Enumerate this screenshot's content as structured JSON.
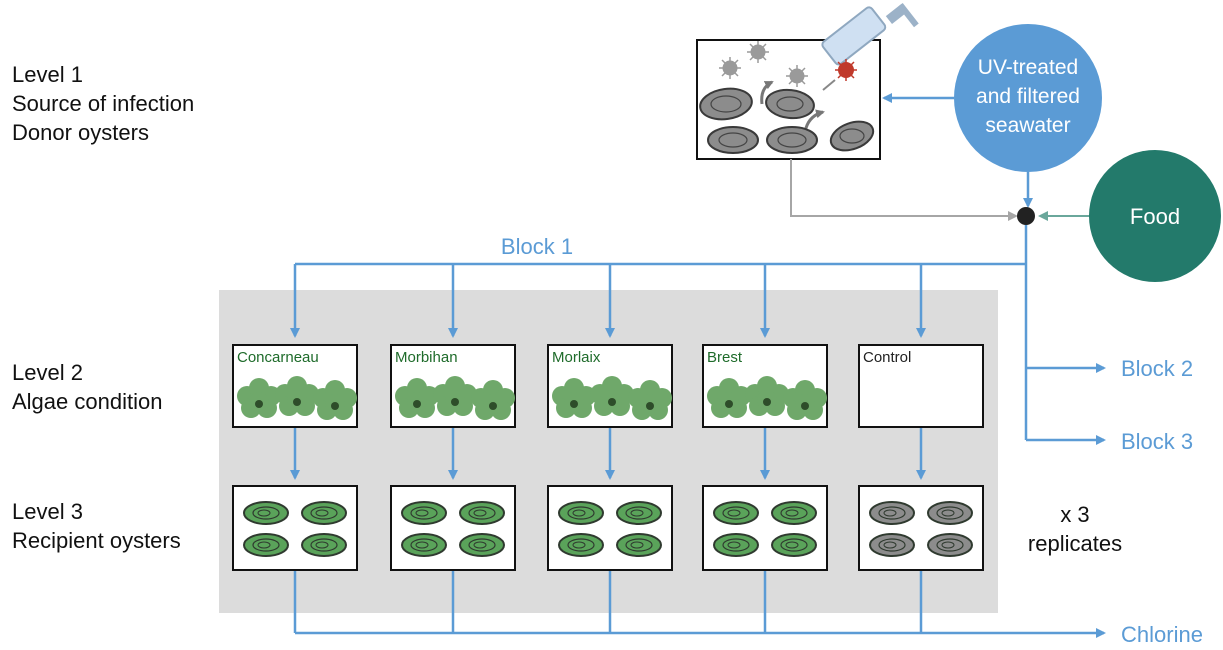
{
  "levels": [
    {
      "lines": [
        "Level 1",
        "Source of infection",
        "Donor oysters"
      ]
    },
    {
      "lines": [
        "Level 2",
        "Algae condition"
      ]
    },
    {
      "lines": [
        "Level 3",
        "Recipient oysters"
      ]
    }
  ],
  "seawater_label": [
    "UV-treated",
    "and filtered",
    "seawater"
  ],
  "food_label": "Food",
  "blocks": {
    "block1": "Block 1",
    "block2": "Block 2",
    "block3": "Block 3"
  },
  "algae_conditions": [
    {
      "label": "Concarneau",
      "has_algae": true
    },
    {
      "label": "Morbihan",
      "has_algae": true
    },
    {
      "label": "Morlaix",
      "has_algae": true
    },
    {
      "label": "Brest",
      "has_algae": true
    },
    {
      "label": "Control",
      "has_algae": false
    }
  ],
  "replicates": [
    "x 3",
    "replicates"
  ],
  "outlet_label": "Chlorine",
  "colors": {
    "flow_blue": "#5b9bd5",
    "seawater_circle": "#5b9bd5",
    "food_circle": "#237a6b",
    "food_arrow": "#6aa79b",
    "donor_arrow": "#a6a6a6",
    "panel_gray": "#dcdcdc",
    "algae_green": "#6fa86a",
    "label_green": "#1e6b2a",
    "oyster_green": "#5aa35a",
    "oyster_gray": "#8c8c8c"
  }
}
